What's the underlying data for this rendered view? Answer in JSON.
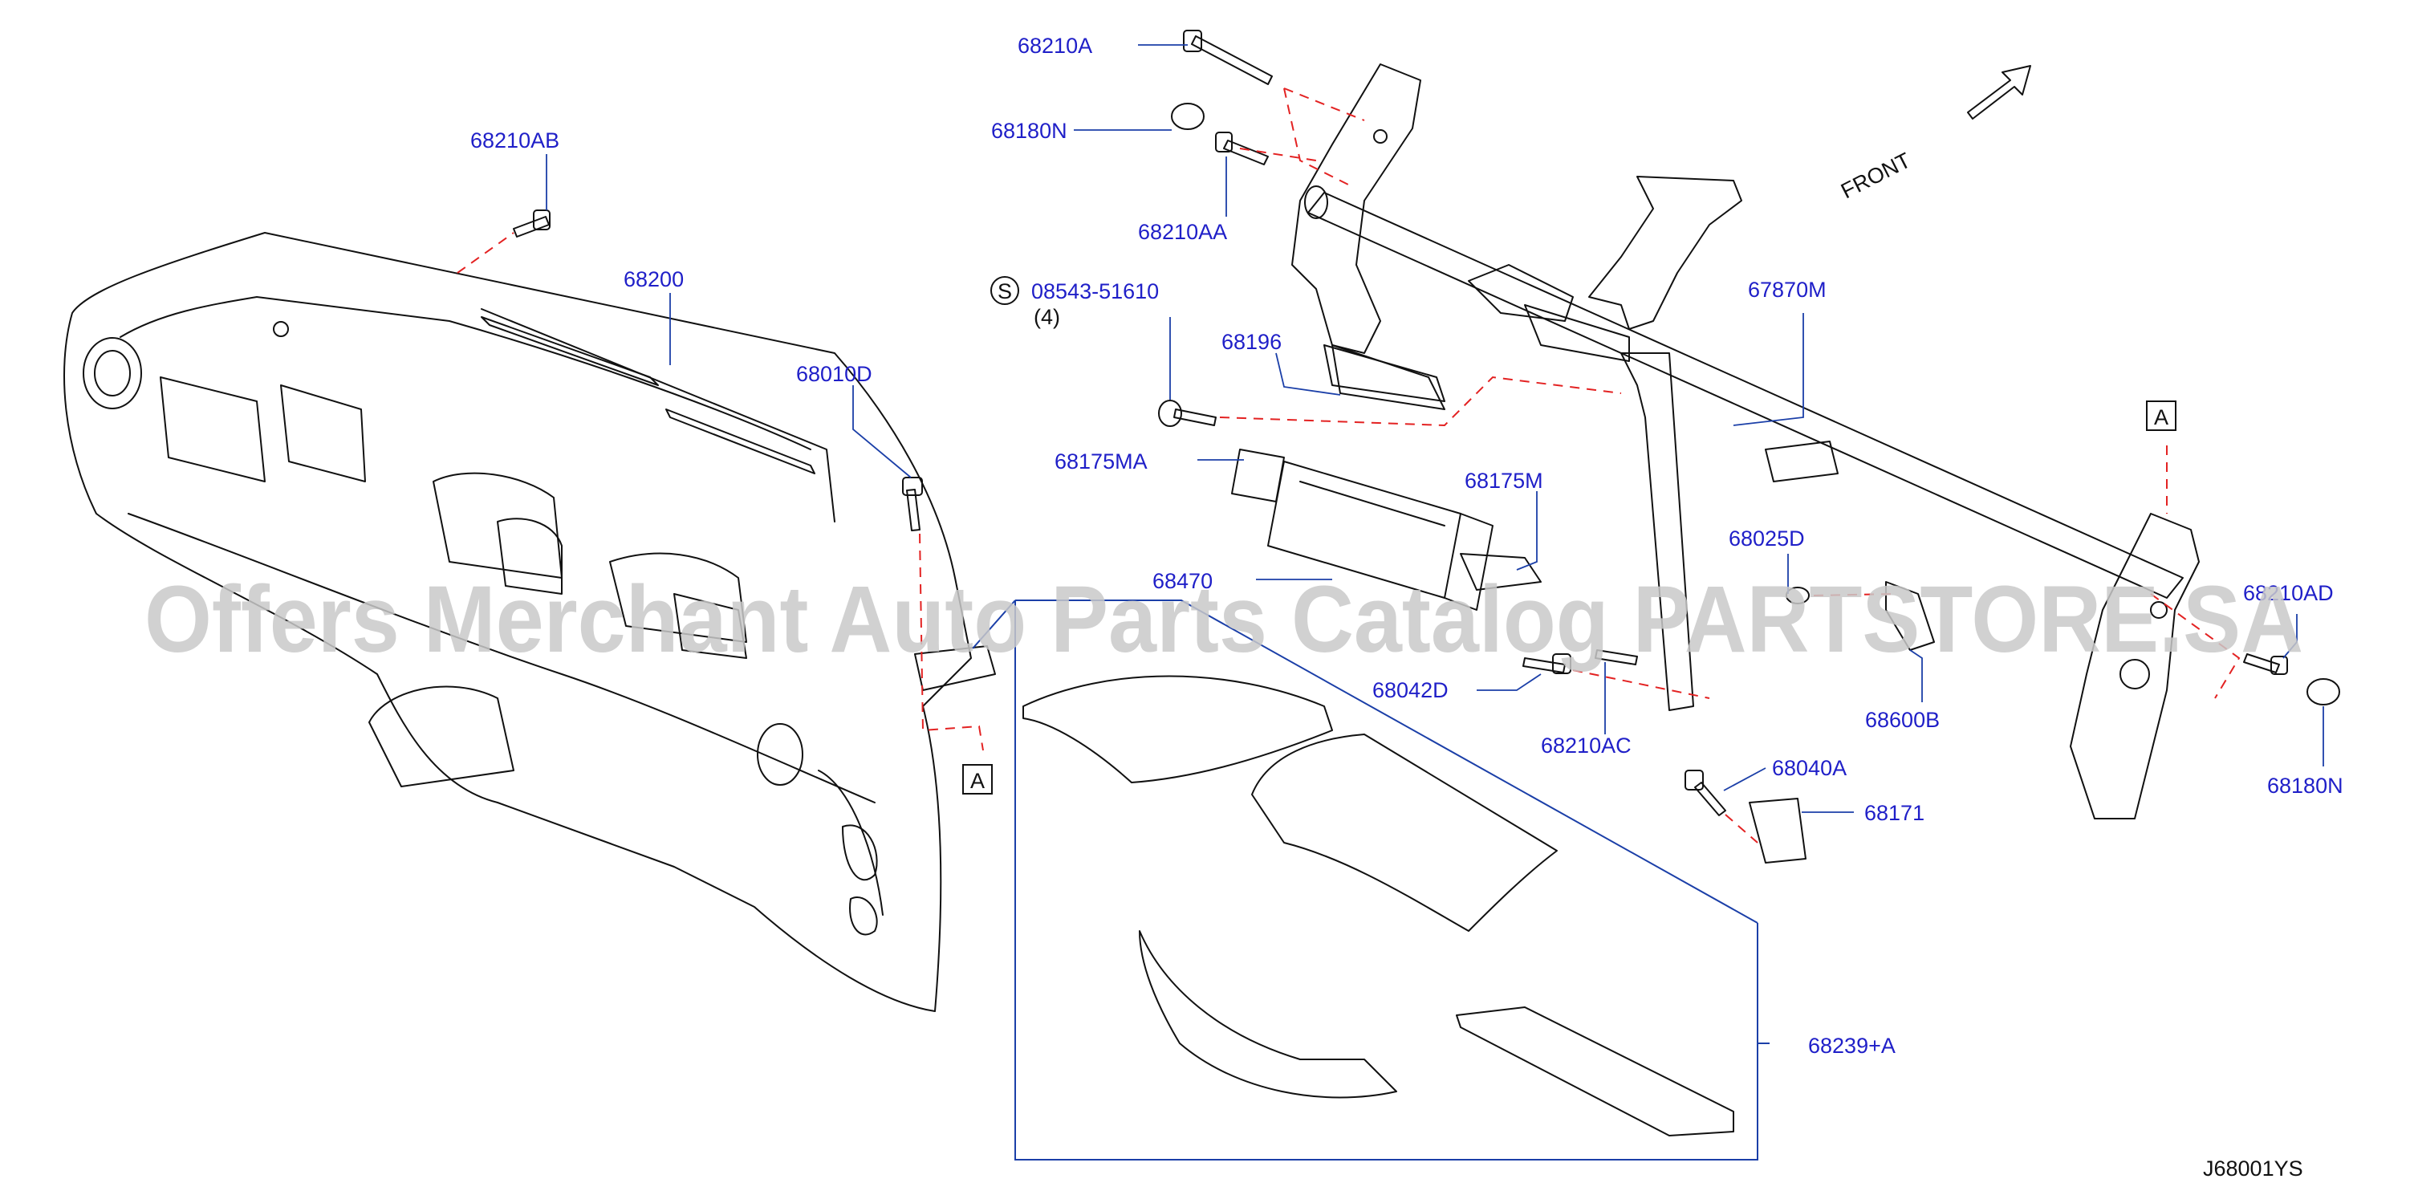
{
  "diagram": {
    "code": "J68001YS",
    "front_label": "FRONT",
    "watermark": "Offers Merchant Auto Parts Catalog PARTSTORE.SA",
    "callout_a": "A",
    "circled_s": "S",
    "qty": "(4)",
    "labels": {
      "p68210A": "68210A",
      "p68180N_top": "68180N",
      "p68210AB": "68210AB",
      "p68210AA": "68210AA",
      "p68200": "68200",
      "p08543": "08543-51610",
      "p68196": "68196",
      "p68010D": "68010D",
      "p68175MA": "68175MA",
      "p68175M": "68175M",
      "p68470": "68470",
      "p68042D": "68042D",
      "p68210AC": "68210AC",
      "p67870M": "67870M",
      "p68025D": "68025D",
      "p68210AD": "68210AD",
      "p68600B": "68600B",
      "p68180N_bottom": "68180N",
      "p68040A": "68040A",
      "p68171": "68171",
      "p68239A": "68239+A"
    }
  }
}
